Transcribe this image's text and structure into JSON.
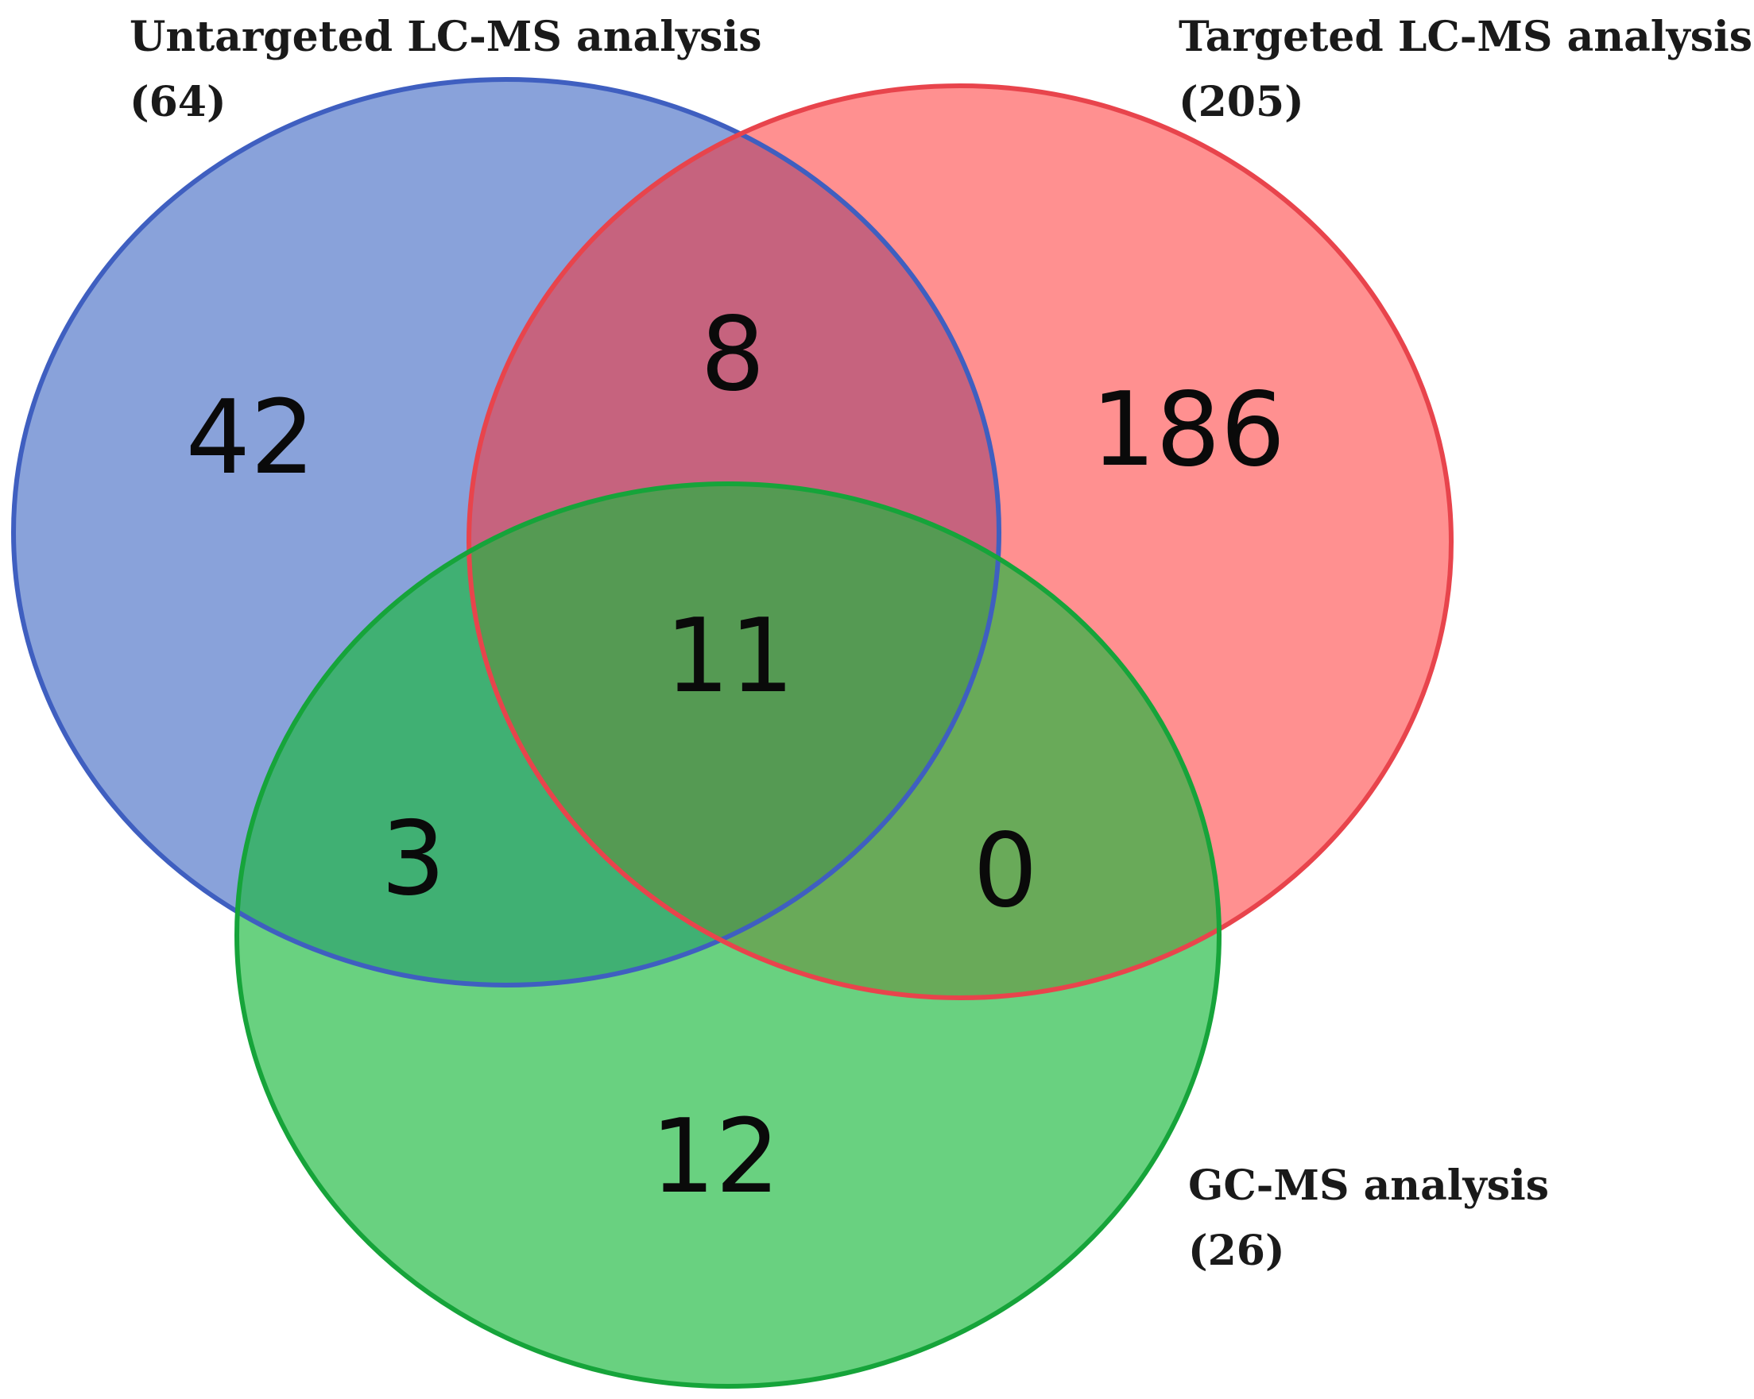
{
  "sets": [
    {
      "id": "untargeted",
      "label": "Untargeted LC-MS analysis",
      "total": "(64)",
      "fill": "#4169C4",
      "stroke": "#3F5FC0"
    },
    {
      "id": "targeted",
      "label": "Targeted LC-MS analysis",
      "total": "(205)",
      "fill": "#FF2A2A",
      "stroke": "#E8444C"
    },
    {
      "id": "gcms",
      "label": "GC-MS analysis",
      "total": "(26)",
      "fill": "#18B83C",
      "stroke": "#16A43A"
    }
  ],
  "regions": {
    "untargeted_only": "42",
    "untargeted_targeted": "8",
    "targeted_only": "186",
    "all_three": "11",
    "untargeted_gcms": "3",
    "targeted_gcms": "0",
    "gcms_only": "12"
  }
}
